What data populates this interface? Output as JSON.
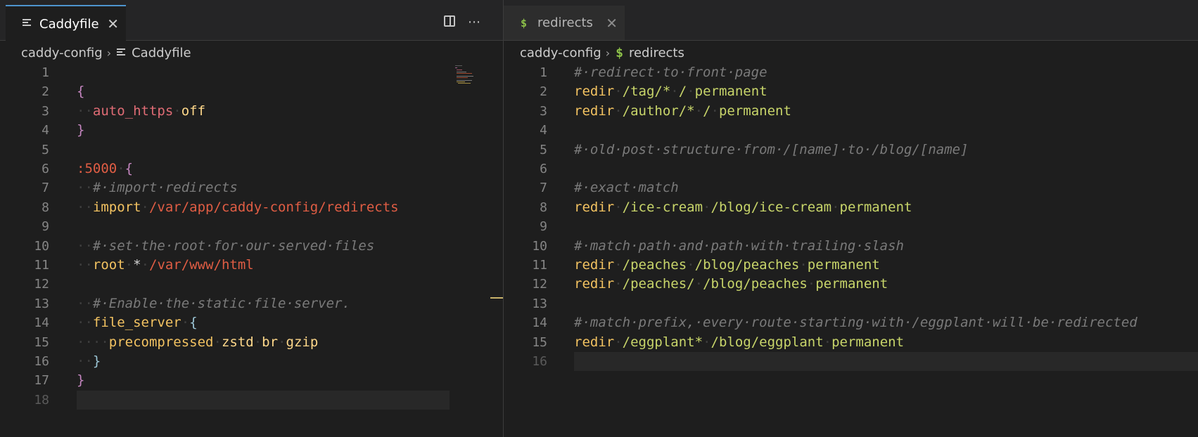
{
  "left": {
    "tab": {
      "label": "Caddyfile",
      "icon": "lines-icon",
      "close": "✕"
    },
    "actions": {
      "split": "split-editor-icon",
      "more": "⋯"
    },
    "breadcrumb": {
      "folder": "caddy-config",
      "sep": "›",
      "file": "Caddyfile"
    },
    "lines": [
      {
        "n": "1",
        "tokens": []
      },
      {
        "n": "2",
        "tokens": [
          {
            "t": "{",
            "c": "c-brace"
          }
        ]
      },
      {
        "n": "3",
        "tokens": [
          {
            "t": "··",
            "c": "ws"
          },
          {
            "t": "auto_https",
            "c": "c-kw"
          },
          {
            "t": "·",
            "c": "ws"
          },
          {
            "t": "off",
            "c": "c-val"
          }
        ]
      },
      {
        "n": "4",
        "tokens": [
          {
            "t": "}",
            "c": "c-brace"
          }
        ]
      },
      {
        "n": "5",
        "tokens": []
      },
      {
        "n": "6",
        "tokens": [
          {
            "t": ":5000",
            "c": "c-port"
          },
          {
            "t": "·",
            "c": "ws"
          },
          {
            "t": "{",
            "c": "c-brace"
          }
        ]
      },
      {
        "n": "7",
        "tokens": [
          {
            "t": "··",
            "c": "ws"
          },
          {
            "t": "#·import·redirects",
            "c": "c-comment"
          }
        ]
      },
      {
        "n": "8",
        "tokens": [
          {
            "t": "··",
            "c": "ws"
          },
          {
            "t": "import",
            "c": "c-dir"
          },
          {
            "t": "·",
            "c": "ws"
          },
          {
            "t": "/var/app/caddy-config/redirects",
            "c": "c-path"
          }
        ]
      },
      {
        "n": "9",
        "tokens": []
      },
      {
        "n": "10",
        "tokens": [
          {
            "t": "··",
            "c": "ws"
          },
          {
            "t": "#·set·the·root·for·our·served·files",
            "c": "c-comment"
          }
        ]
      },
      {
        "n": "11",
        "tokens": [
          {
            "t": "··",
            "c": "ws"
          },
          {
            "t": "root",
            "c": "c-dir"
          },
          {
            "t": "·",
            "c": "ws"
          },
          {
            "t": "*",
            "c": "c-plain"
          },
          {
            "t": "·",
            "c": "ws"
          },
          {
            "t": "/var/www/html",
            "c": "c-path"
          }
        ]
      },
      {
        "n": "12",
        "tokens": []
      },
      {
        "n": "13",
        "tokens": [
          {
            "t": "··",
            "c": "ws"
          },
          {
            "t": "#·Enable·the·static·file·server.",
            "c": "c-comment"
          }
        ]
      },
      {
        "n": "14",
        "tokens": [
          {
            "t": "··",
            "c": "ws"
          },
          {
            "t": "file_server",
            "c": "c-dir"
          },
          {
            "t": "·",
            "c": "ws"
          },
          {
            "t": "{",
            "c": "c-blue"
          }
        ]
      },
      {
        "n": "15",
        "tokens": [
          {
            "t": "····",
            "c": "ws"
          },
          {
            "t": "precompressed",
            "c": "c-dir"
          },
          {
            "t": "·",
            "c": "ws"
          },
          {
            "t": "zstd",
            "c": "c-val"
          },
          {
            "t": "·",
            "c": "ws"
          },
          {
            "t": "br",
            "c": "c-val"
          },
          {
            "t": "·",
            "c": "ws"
          },
          {
            "t": "gzip",
            "c": "c-val"
          }
        ]
      },
      {
        "n": "16",
        "tokens": [
          {
            "t": "··",
            "c": "ws"
          },
          {
            "t": "}",
            "c": "c-blue"
          }
        ]
      },
      {
        "n": "17",
        "tokens": [
          {
            "t": "}",
            "c": "c-brace"
          }
        ]
      },
      {
        "n": "18",
        "tokens": [],
        "active": true
      }
    ]
  },
  "right": {
    "tab": {
      "label": "redirects",
      "icon": "$",
      "close": "✕"
    },
    "breadcrumb": {
      "folder": "caddy-config",
      "sep": "›",
      "icon": "$",
      "file": "redirects"
    },
    "lines": [
      {
        "n": "1",
        "tokens": [
          {
            "t": "#·redirect·to·front·page",
            "c": "c-comment"
          }
        ]
      },
      {
        "n": "2",
        "tokens": [
          {
            "t": "redir",
            "c": "c-redir"
          },
          {
            "t": "·",
            "c": "ws"
          },
          {
            "t": "/tag/*",
            "c": "c-rpath"
          },
          {
            "t": "·",
            "c": "ws"
          },
          {
            "t": "/",
            "c": "c-rpath"
          },
          {
            "t": "·",
            "c": "ws"
          },
          {
            "t": "permanent",
            "c": "c-perm"
          }
        ]
      },
      {
        "n": "3",
        "tokens": [
          {
            "t": "redir",
            "c": "c-redir"
          },
          {
            "t": "·",
            "c": "ws"
          },
          {
            "t": "/author/*",
            "c": "c-rpath"
          },
          {
            "t": "·",
            "c": "ws"
          },
          {
            "t": "/",
            "c": "c-rpath"
          },
          {
            "t": "·",
            "c": "ws"
          },
          {
            "t": "permanent",
            "c": "c-perm"
          }
        ]
      },
      {
        "n": "4",
        "tokens": []
      },
      {
        "n": "5",
        "tokens": [
          {
            "t": "#·old·post·structure·from·/[name]·to·/blog/[name]",
            "c": "c-comment"
          }
        ]
      },
      {
        "n": "6",
        "tokens": []
      },
      {
        "n": "7",
        "tokens": [
          {
            "t": "#·exact·match",
            "c": "c-comment"
          }
        ]
      },
      {
        "n": "8",
        "tokens": [
          {
            "t": "redir",
            "c": "c-redir"
          },
          {
            "t": "·",
            "c": "ws"
          },
          {
            "t": "/ice-cream",
            "c": "c-rpath"
          },
          {
            "t": "·",
            "c": "ws"
          },
          {
            "t": "/blog/ice-cream",
            "c": "c-rpath"
          },
          {
            "t": "·",
            "c": "ws"
          },
          {
            "t": "permanent",
            "c": "c-perm"
          }
        ]
      },
      {
        "n": "9",
        "tokens": []
      },
      {
        "n": "10",
        "tokens": [
          {
            "t": "#·match·path·and·path·with·trailing·slash",
            "c": "c-comment"
          }
        ]
      },
      {
        "n": "11",
        "tokens": [
          {
            "t": "redir",
            "c": "c-redir"
          },
          {
            "t": "·",
            "c": "ws"
          },
          {
            "t": "/peaches",
            "c": "c-rpath"
          },
          {
            "t": "·",
            "c": "ws"
          },
          {
            "t": "/blog/peaches",
            "c": "c-rpath"
          },
          {
            "t": "·",
            "c": "ws"
          },
          {
            "t": "permanent",
            "c": "c-perm"
          }
        ]
      },
      {
        "n": "12",
        "tokens": [
          {
            "t": "redir",
            "c": "c-redir"
          },
          {
            "t": "·",
            "c": "ws"
          },
          {
            "t": "/peaches/",
            "c": "c-rpath"
          },
          {
            "t": "·",
            "c": "ws"
          },
          {
            "t": "/blog/peaches",
            "c": "c-rpath"
          },
          {
            "t": "·",
            "c": "ws"
          },
          {
            "t": "permanent",
            "c": "c-perm"
          }
        ]
      },
      {
        "n": "13",
        "tokens": []
      },
      {
        "n": "14",
        "tokens": [
          {
            "t": "#·match·prefix,·every·route·starting·with·/eggplant·will·be·redirected",
            "c": "c-comment"
          }
        ]
      },
      {
        "n": "15",
        "tokens": [
          {
            "t": "redir",
            "c": "c-redir"
          },
          {
            "t": "·",
            "c": "ws"
          },
          {
            "t": "/eggplant*",
            "c": "c-rpath"
          },
          {
            "t": "·",
            "c": "ws"
          },
          {
            "t": "/blog/eggplant",
            "c": "c-rpath"
          },
          {
            "t": "·",
            "c": "ws"
          },
          {
            "t": "permanent",
            "c": "c-perm"
          }
        ]
      },
      {
        "n": "16",
        "tokens": [],
        "active": true
      }
    ]
  }
}
